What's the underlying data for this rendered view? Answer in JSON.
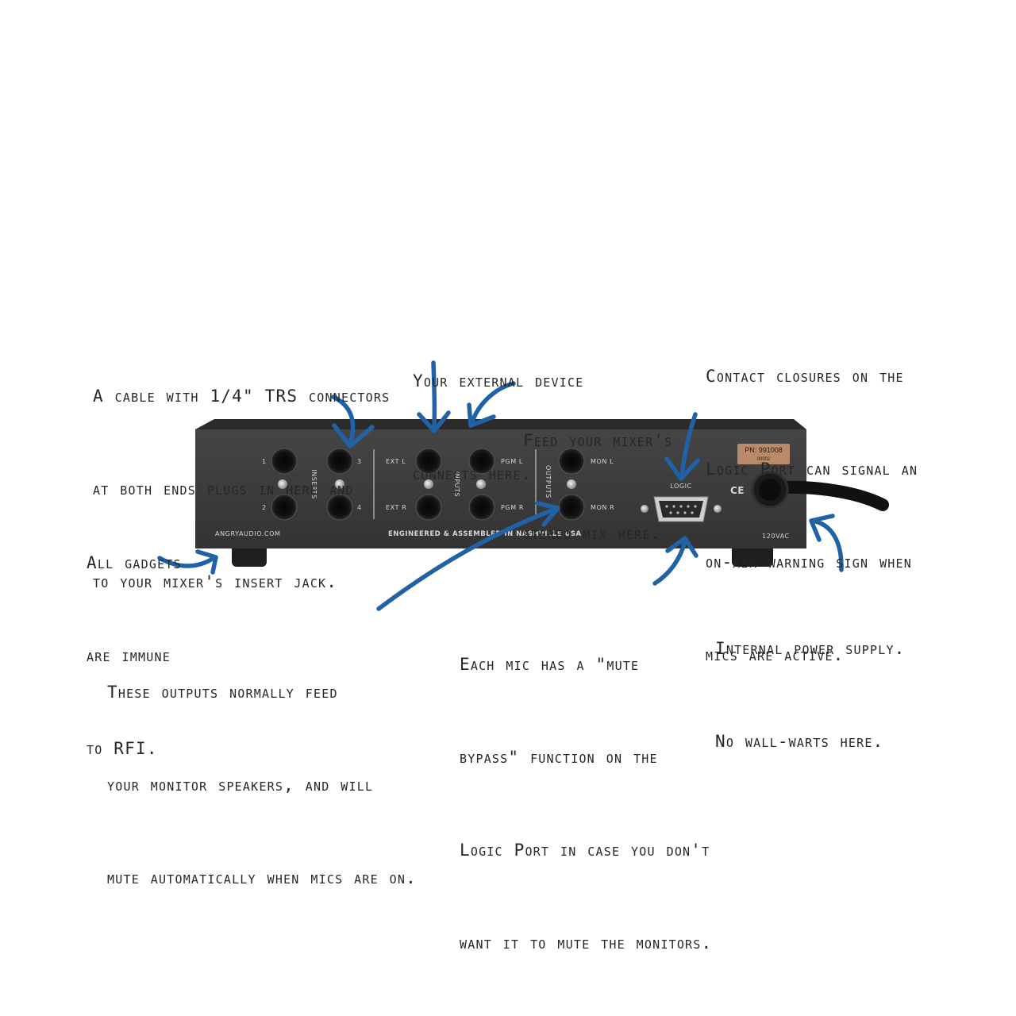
{
  "annotations": {
    "insert_cable": [
      "A cable with 1/4\" TRS connectors",
      "at both ends plugs in here and",
      "to your mixer's insert jack."
    ],
    "external_device": [
      "Your external device",
      "connects here."
    ],
    "stereo_mix": [
      "Feed your mixer's",
      "stereo mix here."
    ],
    "contact_closures": [
      "Contact closures on the",
      "Logic Port can signal an",
      "on-air warning sign when",
      "mics are active."
    ],
    "rfi": [
      "All gadgets",
      "are immune",
      "to RFI."
    ],
    "outputs": [
      "These outputs normally feed",
      "your monitor speakers, and will",
      "mute automatically when mics are on."
    ],
    "mute_bypass": [
      "Each mic has a \"mute",
      "bypass\" function on the",
      "Logic Port in case you don't",
      "want it to mute the monitors."
    ],
    "power_supply": [
      "Internal power supply.",
      "No wall-warts here."
    ]
  },
  "panel": {
    "insert_1": "1",
    "insert_2": "2",
    "insert_3": "3",
    "insert_4": "4",
    "inserts_label": "INSERTS",
    "ext_l": "EXT L",
    "ext_r": "EXT R",
    "inputs_label": "INPUTS",
    "pgm_l": "PGM L",
    "pgm_r": "PGM R",
    "outputs_label": "OUTPUTS",
    "mon_l": "MON L",
    "mon_r": "MON R",
    "logic_label": "LOGIC",
    "ce_mark": "CE",
    "part_number": "PN: 991008",
    "serial": "00002",
    "website": "ANGRYAUDIO.COM",
    "made_in": "ENGINEERED & ASSEMBLED IN NASHVILLE USA",
    "voltage": "120VAC"
  },
  "colors": {
    "arrow": "#2162a6",
    "panel": "#3b3b3b",
    "label_plate": "#b98b6a"
  }
}
